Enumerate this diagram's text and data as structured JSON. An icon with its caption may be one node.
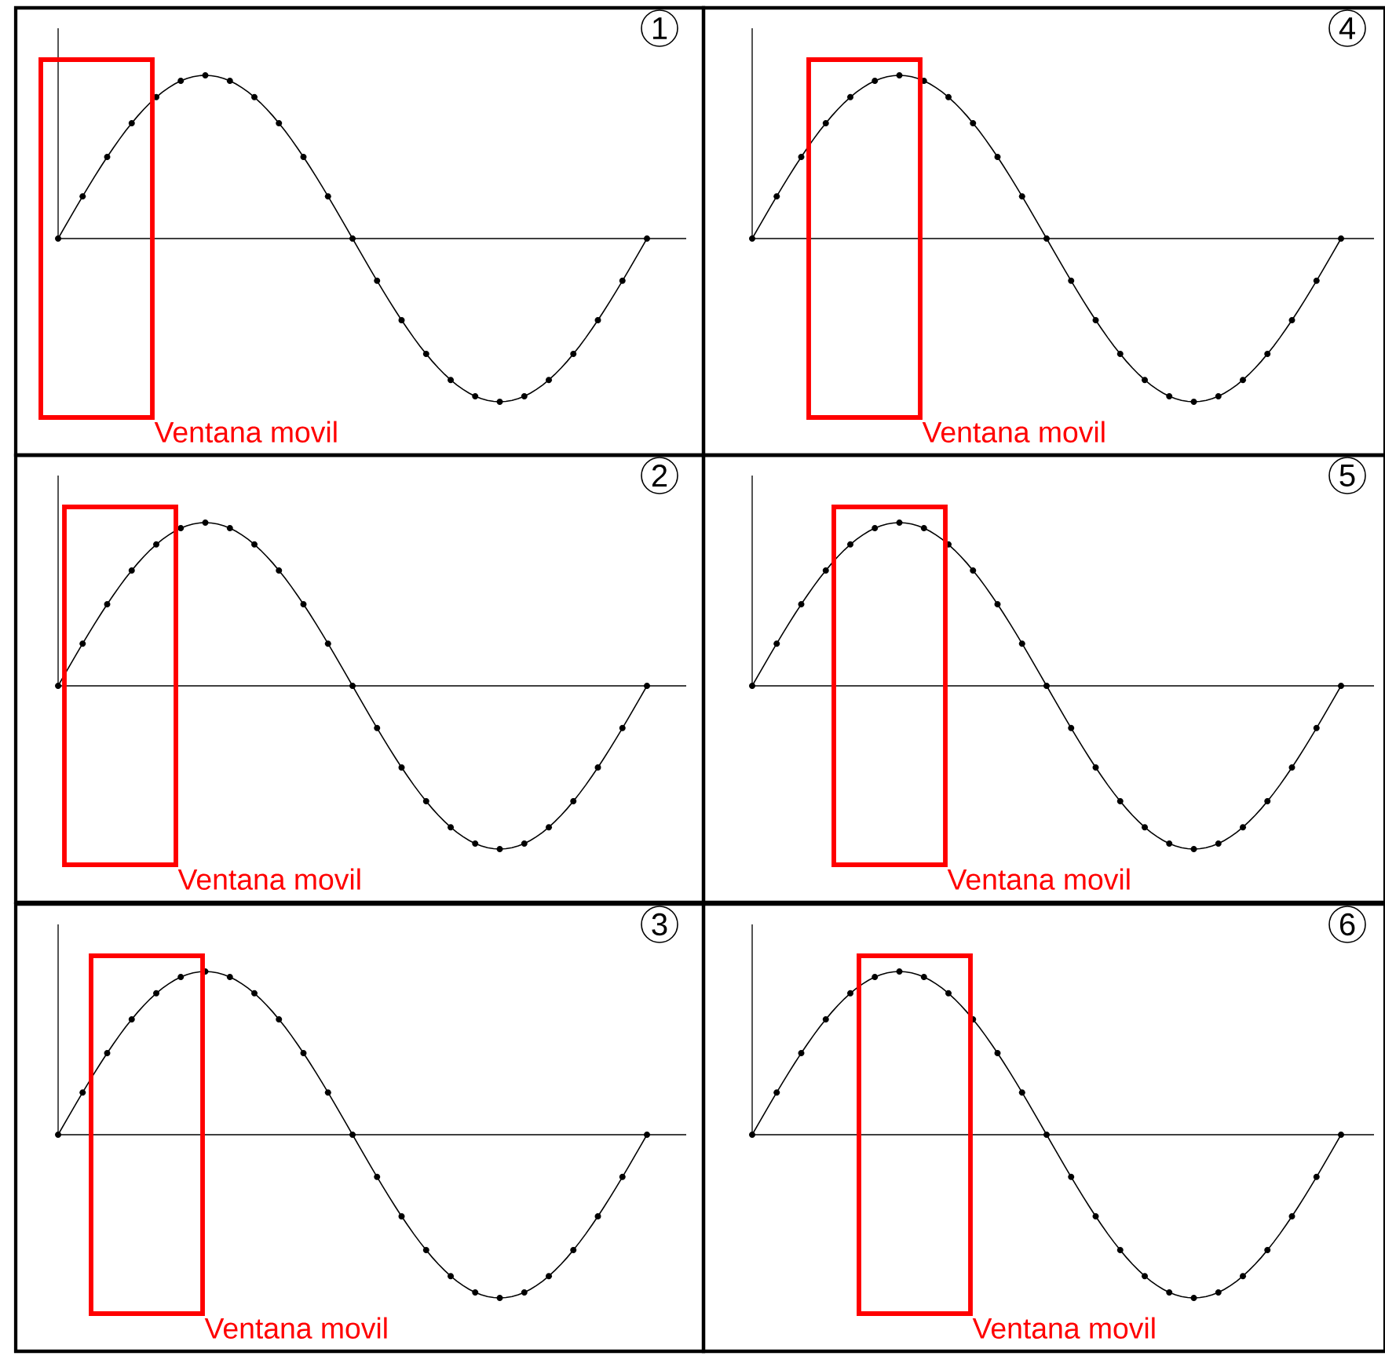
{
  "diagram": {
    "nodes": [
      {
        "text": [],
        "shape": "box"
      },
      {
        "text": [
          "1"
        ],
        "in": 0
      },
      {
        "text": [
          "Ventana movil"
        ],
        "in": 0
      },
      {
        "text": [],
        "shape": "box"
      },
      {
        "text": [
          "4"
        ],
        "in": 3
      },
      {
        "text": [
          "Ventana movil"
        ],
        "in": 3
      },
      {
        "text": [],
        "shape": "box"
      },
      {
        "text": [
          "2"
        ],
        "in": 6
      },
      {
        "text": [
          "Ventana movil"
        ],
        "in": 6
      },
      {
        "text": [],
        "shape": "box"
      },
      {
        "text": [
          "5"
        ],
        "in": 9
      },
      {
        "text": [
          "Ventana movil"
        ],
        "in": 9
      },
      {
        "text": [],
        "shape": "box"
      },
      {
        "text": [
          "3"
        ],
        "in": 12
      },
      {
        "text": [
          "Ventana movil"
        ],
        "in": 12
      },
      {
        "text": [],
        "shape": "box"
      },
      {
        "text": [
          "6"
        ],
        "in": 15
      },
      {
        "text": [
          "Ventana movil"
        ],
        "in": 15
      }
    ]
  }
}
